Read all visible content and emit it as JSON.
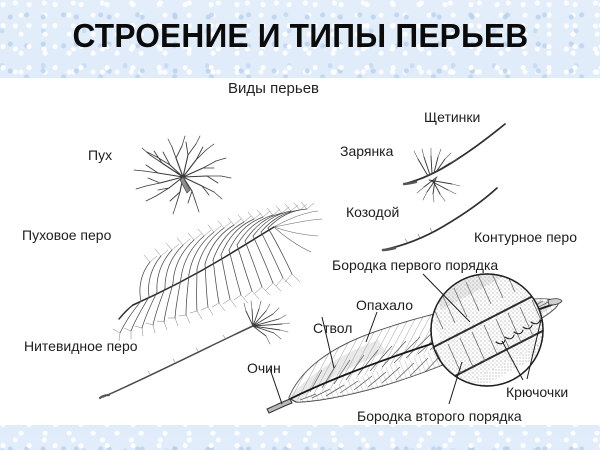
{
  "slide": {
    "title": "СТРОЕНИЕ И ТИПЫ ПЕРЬЕВ",
    "background_color": "#dfeaf8",
    "panel_color": "#ffffff",
    "title_color": "#0b0b0b",
    "text_color": "#1d1d1d"
  },
  "figure": {
    "heading": "Виды перьев",
    "labels": {
      "down": "Пух",
      "down_feather": "Пуховое перо",
      "filoplume": "Нитевидное перо",
      "bristles": "Щетинки",
      "robin": "Зарянка",
      "nightjar": "Козодой",
      "contour_feather": "Контурное перо",
      "barb_first_order": "Бородка первого порядка",
      "vane": "Опахало",
      "shaft": "Ствол",
      "calamus": "Очин",
      "hooklets": "Крючочки",
      "barb_second_order": "Бородка второго порядка"
    }
  }
}
